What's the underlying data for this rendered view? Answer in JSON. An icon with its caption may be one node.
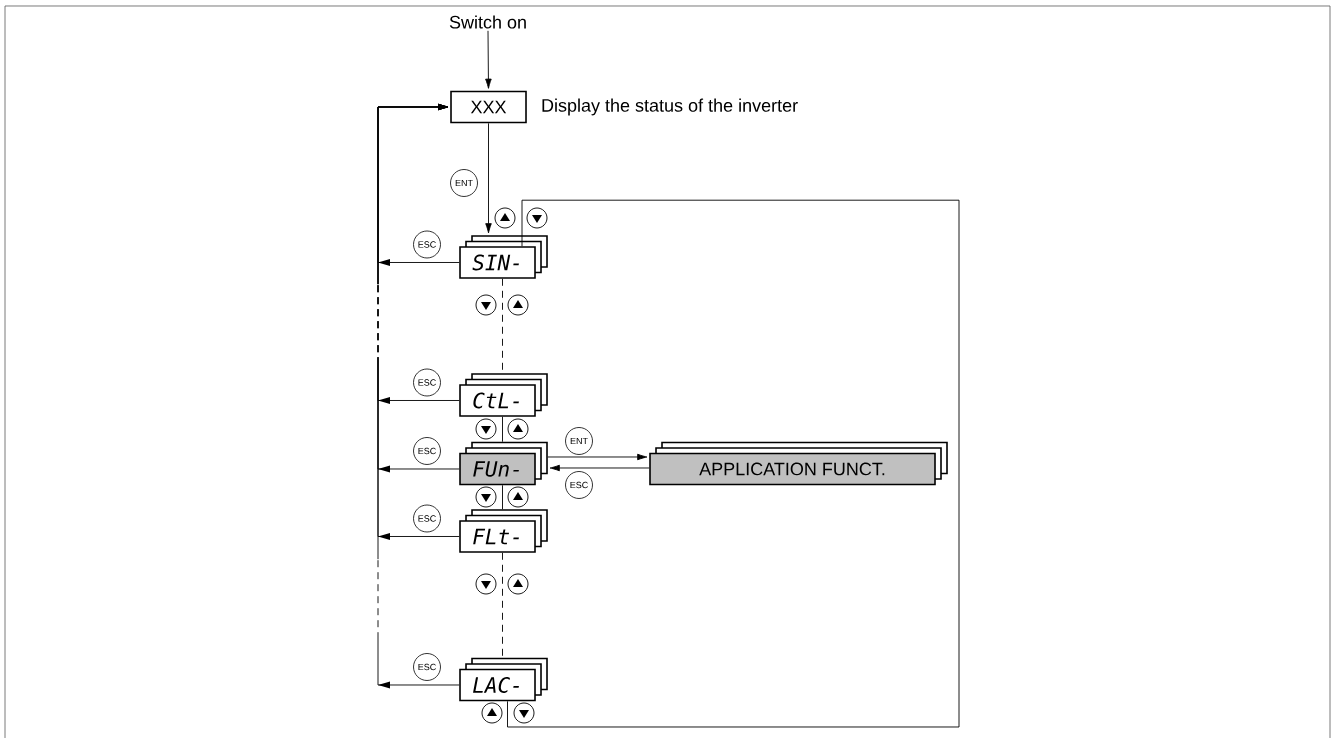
{
  "diagram": {
    "nodes": [
      {
        "text": [
          "Switch on"
        ]
      },
      {
        "text": [
          "XXX"
        ],
        "beside": [
          "Display the status of the inverter"
        ]
      },
      {
        "text": [
          "SIN-"
        ]
      },
      {
        "text": [
          "CtL-"
        ]
      },
      {
        "text": [
          "FUn-"
        ]
      },
      {
        "text": [
          "FLt-"
        ]
      },
      {
        "text": [
          "LAC-"
        ]
      },
      {
        "text": [
          "APPLICATION FUNCT."
        ]
      }
    ],
    "edges": [
      {
        "from": 0,
        "to": 1,
        "arrow": "to"
      },
      {
        "from": 1,
        "to": 2,
        "arrow": "to",
        "label": "ENT"
      },
      {
        "from": 2,
        "to": 3,
        "arrow": "none",
        "style": "dashed"
      },
      {
        "from": 3,
        "to": 4,
        "arrow": "none"
      },
      {
        "from": 4,
        "to": 5,
        "arrow": "none"
      },
      {
        "from": 5,
        "to": 6,
        "arrow": "none",
        "style": "dashed"
      },
      {
        "from": 6,
        "to": 2,
        "arrow": "none"
      },
      {
        "from": 4,
        "to": 7,
        "arrow": "to",
        "label": "ENT"
      },
      {
        "from": 7,
        "to": 4,
        "arrow": "to",
        "label": "ESC"
      },
      {
        "from": 2,
        "to": 1,
        "arrow": "to",
        "label": "ESC"
      },
      {
        "from": 3,
        "to": 1,
        "arrow": "to",
        "label": "ESC",
        "style": "dashed"
      },
      {
        "from": 4,
        "to": 1,
        "arrow": "to",
        "label": "ESC",
        "style": "dashed"
      },
      {
        "from": 5,
        "to": 1,
        "arrow": "to",
        "label": "ESC",
        "style": "dashed"
      },
      {
        "from": 6,
        "to": 1,
        "arrow": "to",
        "label": "ESC",
        "style": "dashed"
      }
    ]
  }
}
